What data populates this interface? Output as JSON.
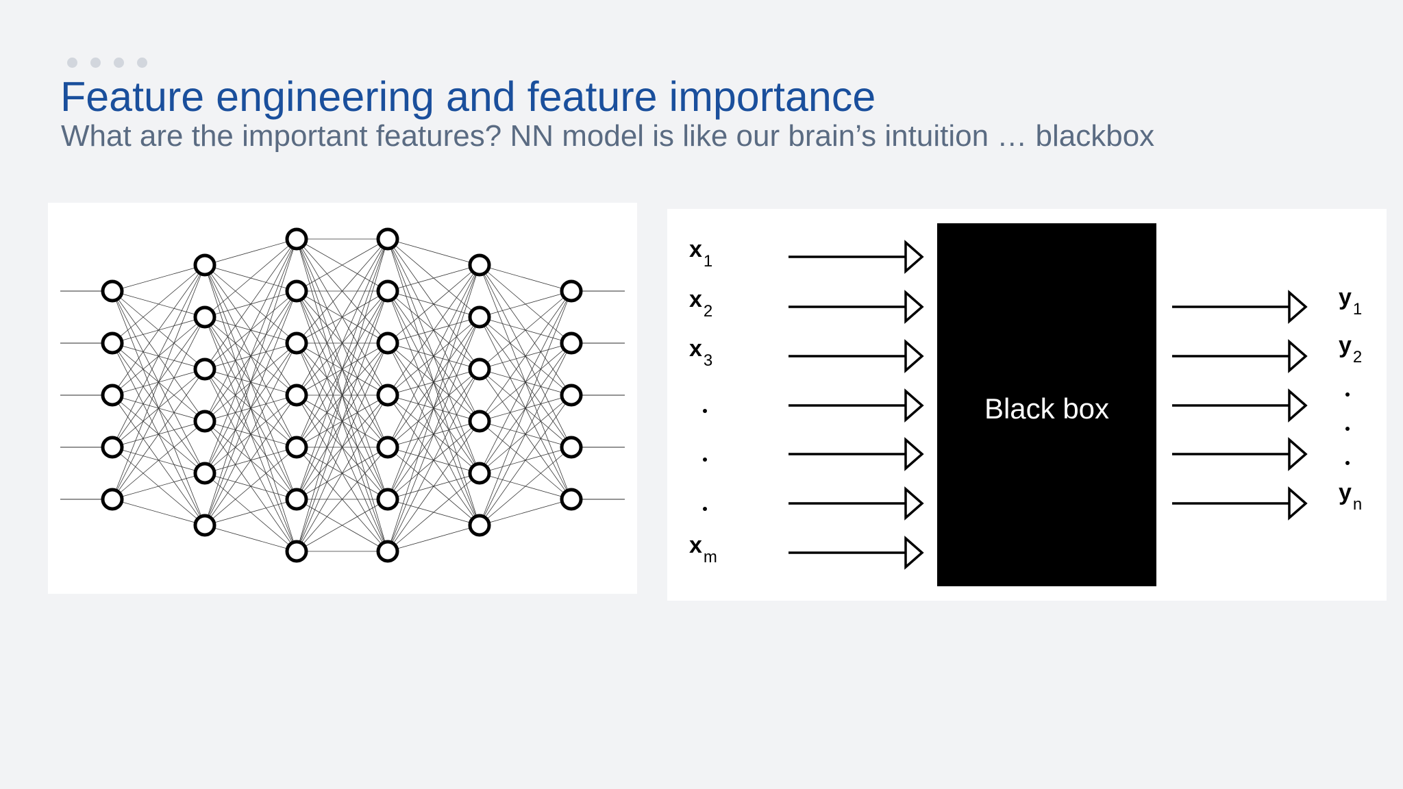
{
  "slide": {
    "title": "Feature engineering and feature importance",
    "subtitle": "What are the important features? NN model is like our brain’s intuition … blackbox"
  },
  "network": {
    "layer_sizes": [
      5,
      6,
      7,
      7,
      6,
      5
    ]
  },
  "blackbox": {
    "box_label": "Black box",
    "inputs": [
      {
        "base": "x",
        "sub": "1"
      },
      {
        "base": "x",
        "sub": "2"
      },
      {
        "base": "x",
        "sub": "3"
      },
      {
        "base": ".",
        "sub": ""
      },
      {
        "base": ".",
        "sub": ""
      },
      {
        "base": ".",
        "sub": ""
      },
      {
        "base": "x",
        "sub": "m"
      }
    ],
    "outputs": [
      {
        "base": "y",
        "sub": "1"
      },
      {
        "base": "y",
        "sub": "2"
      },
      {
        "base": ".",
        "sub": ""
      },
      {
        "base": ".",
        "sub": ""
      },
      {
        "base": ".",
        "sub": ""
      },
      {
        "base": "y",
        "sub": "n"
      }
    ],
    "box_color": "#000000"
  },
  "colors": {
    "title": "#1a4f9c",
    "subtitle": "#5a6b82",
    "background": "#f2f3f5"
  }
}
